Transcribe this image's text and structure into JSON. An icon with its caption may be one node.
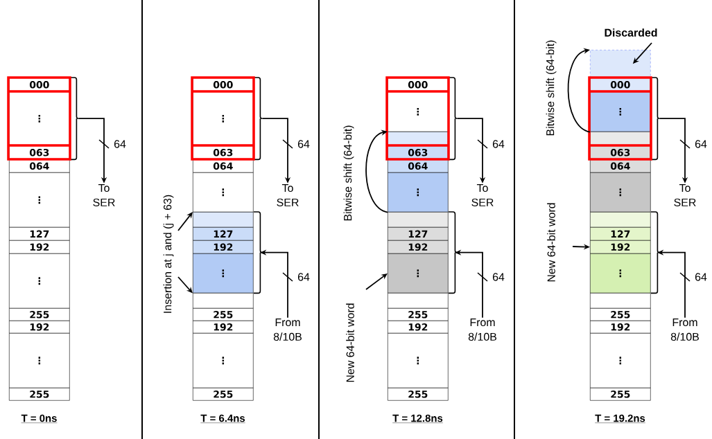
{
  "diagram": {
    "nodes": [
      {
        "text": [
          "000"
        ]
      },
      {
        "text": [
          "⋮"
        ]
      },
      {
        "text": [
          "063"
        ]
      },
      {
        "text": [
          "064"
        ]
      },
      {
        "text": [
          "⋮"
        ]
      },
      {
        "text": [
          "127"
        ]
      },
      {
        "text": [
          "192"
        ]
      },
      {
        "text": [
          "⋮"
        ]
      },
      {
        "text": [
          "255"
        ]
      },
      {
        "text": [
          "192"
        ]
      },
      {
        "text": [
          "⋮"
        ]
      },
      {
        "text": [
          "255"
        ]
      },
      {
        "text": [
          "To SER"
        ]
      },
      {
        "text": [
          "Insertion at j and (j + 63)"
        ]
      },
      {
        "text": [
          "000"
        ]
      },
      {
        "text": [
          "⋮"
        ]
      },
      {
        "text": [
          "063"
        ]
      },
      {
        "text": [
          "064"
        ]
      },
      {
        "text": [
          "⋮"
        ]
      },
      {
        "text": [],
        "shape": "box"
      },
      {
        "text": [
          "127"
        ]
      },
      {
        "text": [
          "192"
        ]
      },
      {
        "text": [
          "⋮"
        ]
      },
      {
        "text": [],
        "shape": "box"
      },
      {
        "text": [
          "255"
        ]
      },
      {
        "text": [
          "192"
        ]
      },
      {
        "text": [
          "⋮"
        ]
      },
      {
        "text": [
          "255"
        ]
      },
      {
        "text": [
          "To SER"
        ]
      },
      {
        "text": [
          "From 8/10B"
        ]
      },
      {
        "text": [
          "000"
        ]
      },
      {
        "text": [
          "⋮"
        ]
      },
      {
        "text": [],
        "shape": "box"
      },
      {
        "text": [
          "063"
        ]
      },
      {
        "text": [
          "064"
        ]
      },
      {
        "text": [
          "⋮"
        ]
      },
      {
        "text": [],
        "shape": "box"
      },
      {
        "text": [
          "127"
        ]
      },
      {
        "text": [
          "192"
        ]
      },
      {
        "text": [
          "⋮"
        ]
      },
      {
        "text": [],
        "shape": "box"
      },
      {
        "text": [
          "255"
        ]
      },
      {
        "text": [
          "192"
        ]
      },
      {
        "text": [
          "⋮"
        ]
      },
      {
        "text": [
          "255"
        ]
      },
      {
        "text": [
          "To SER"
        ]
      },
      {
        "text": [
          "New 64-bit word"
        ]
      },
      {
        "text": [
          "From 8/10B"
        ]
      },
      {
        "text": [
          "Discarded"
        ]
      },
      {
        "text": [],
        "shape": "box"
      },
      {
        "text": [
          "000"
        ]
      },
      {
        "text": [
          "⋮"
        ]
      },
      {
        "text": [],
        "shape": "box"
      },
      {
        "text": [
          "063"
        ]
      },
      {
        "text": [
          "064"
        ]
      },
      {
        "text": [
          "⋮"
        ]
      },
      {
        "text": [],
        "shape": "box"
      },
      {
        "text": [
          "127"
        ]
      },
      {
        "text": [
          "192"
        ]
      },
      {
        "text": [
          "⋮"
        ]
      },
      {
        "text": [],
        "shape": "box"
      },
      {
        "text": [
          "255"
        ]
      },
      {
        "text": [
          "192"
        ]
      },
      {
        "text": [
          "⋮"
        ]
      },
      {
        "text": [
          "255"
        ]
      },
      {
        "text": [
          "To SER"
        ]
      },
      {
        "text": [
          "New 64-bit word"
        ]
      },
      {
        "text": [
          "From 8/10B"
        ]
      },
      {
        "text": [],
        "shape": "bracket"
      },
      {
        "text": [],
        "shape": "bracket"
      },
      {
        "text": [],
        "shape": "bracket"
      },
      {
        "text": [],
        "shape": "bracket"
      },
      {
        "text": [],
        "shape": "bracket"
      },
      {
        "text": [],
        "shape": "bracket"
      },
      {
        "text": [],
        "shape": "bracket"
      }
    ],
    "edges": [
      {
        "from": 68,
        "to": 12,
        "arrow": "to",
        "label": "64"
      },
      {
        "from": 69,
        "to": 28,
        "arrow": "to",
        "label": "64"
      },
      {
        "from": 29,
        "to": 70,
        "arrow": "to",
        "label": "64"
      },
      {
        "from": 13,
        "to": 19,
        "arrow": "to"
      },
      {
        "from": 13,
        "to": 22,
        "arrow": "to"
      },
      {
        "from": 35,
        "to": 32,
        "arrow": "to",
        "label": "Bitwise shift (64-bit)"
      },
      {
        "from": 71,
        "to": 45,
        "arrow": "to",
        "label": "64"
      },
      {
        "from": 47,
        "to": 72,
        "arrow": "to",
        "label": "64"
      },
      {
        "from": 46,
        "to": 39,
        "arrow": "to"
      },
      {
        "from": 51,
        "to": 49,
        "arrow": "to",
        "label": "Bitwise shift (64-bit)"
      },
      {
        "from": 48,
        "to": 49,
        "arrow": "to"
      },
      {
        "from": 73,
        "to": 65,
        "arrow": "to",
        "label": "64"
      },
      {
        "from": 67,
        "to": 74,
        "arrow": "to",
        "label": "64"
      },
      {
        "from": 66,
        "to": 58,
        "arrow": "to"
      }
    ],
    "labels": [
      "T = 0ns",
      "T = 6.4ns",
      "T = 12.8ns",
      "T = 19.2ns"
    ]
  }
}
